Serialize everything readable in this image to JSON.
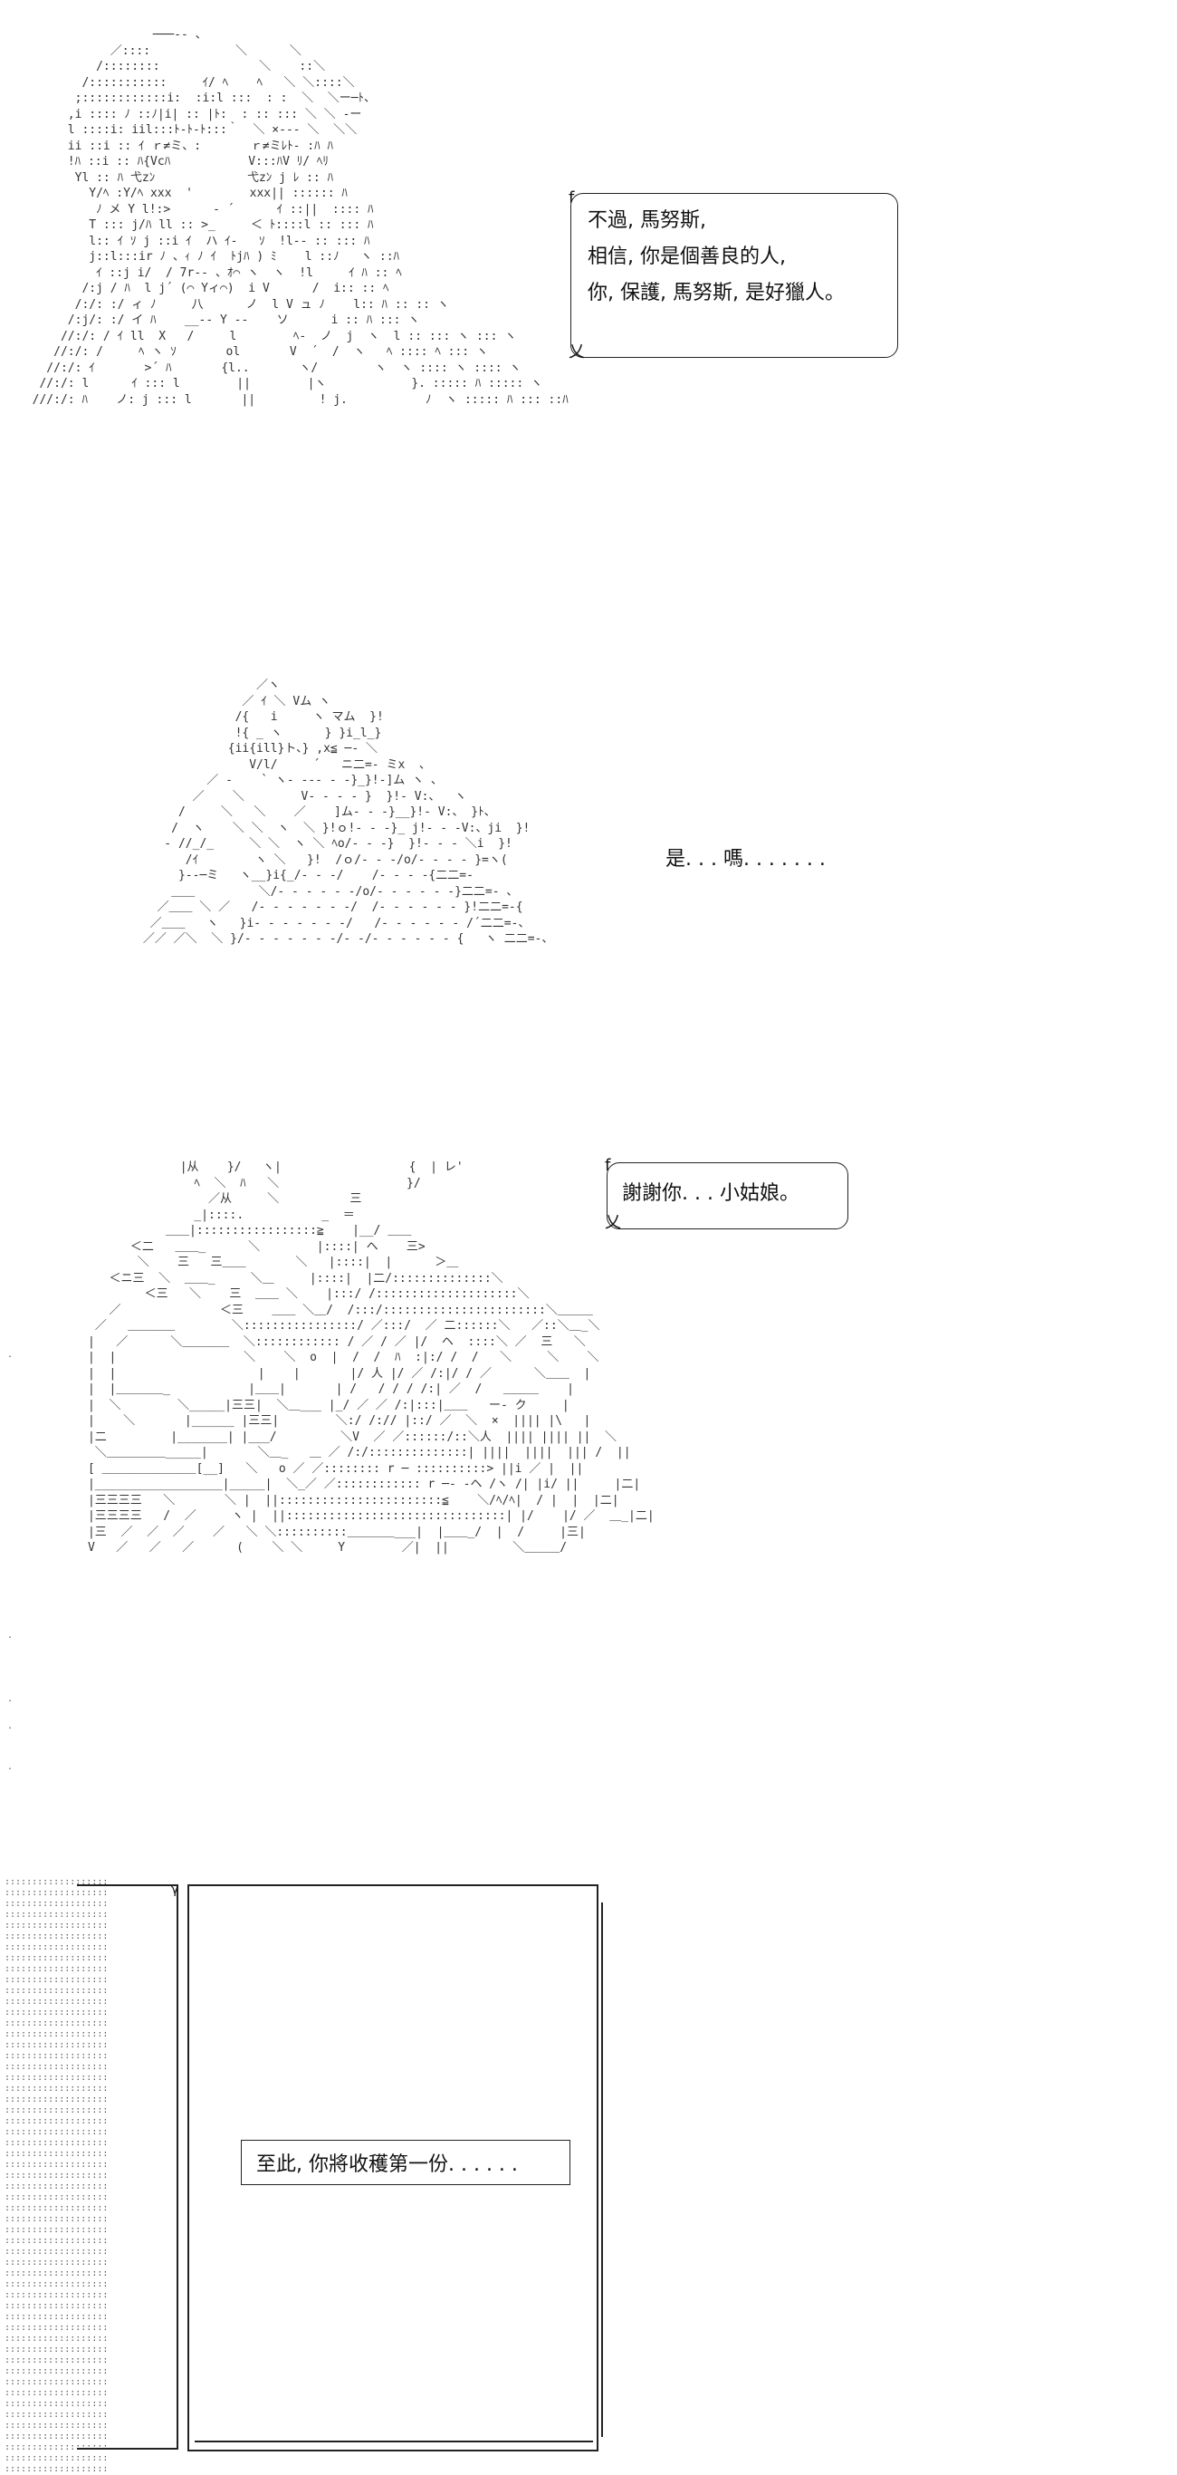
{
  "panel1": {
    "dialogue": [
      "不過, 馬努斯,",
      "相信, 你是個善良的人,",
      "你, 保護, 馬努斯, 是好獵人。"
    ]
  },
  "panel2": {
    "dialogue": "是. . . 嗎. . . . . . ."
  },
  "panel3": {
    "dialogue": "謝謝你. . . 小姑娘。"
  },
  "panel4": {
    "narration": "至此, 你將收穫第一份. . . . . ."
  }
}
